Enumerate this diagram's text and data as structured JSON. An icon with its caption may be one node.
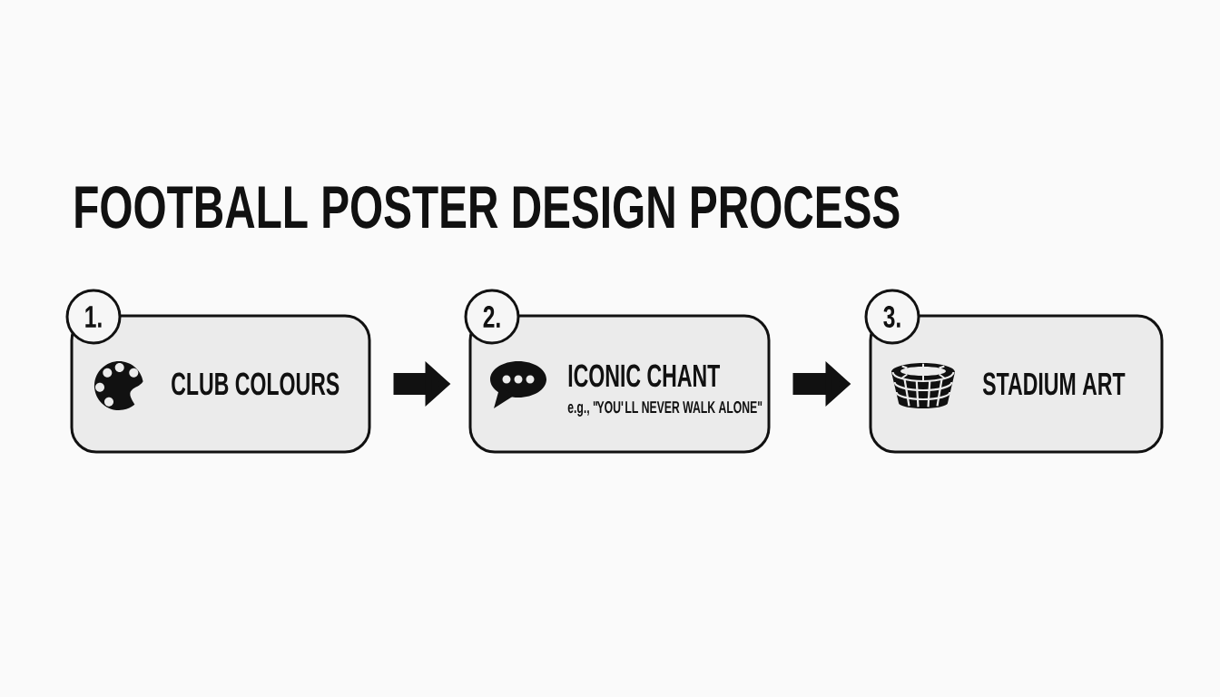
{
  "diagram": {
    "title": "FOOTBALL POSTER DESIGN PROCESS",
    "nodes": [
      {
        "text": [
          "1."
        ]
      },
      {
        "text": [
          "CLUB COLOURS"
        ]
      },
      {
        "text": [
          "2."
        ]
      },
      {
        "text": [
          "ICONIC CHANT",
          "e.g., \"YOU'LL NEVER WALK ALONE\""
        ]
      },
      {
        "text": [
          "3."
        ]
      },
      {
        "text": [
          "STADIUM ART"
        ]
      }
    ],
    "edges": [
      {
        "from": 1,
        "to": 3,
        "arrow": "to"
      },
      {
        "from": 3,
        "to": 5,
        "arrow": "to"
      }
    ]
  }
}
